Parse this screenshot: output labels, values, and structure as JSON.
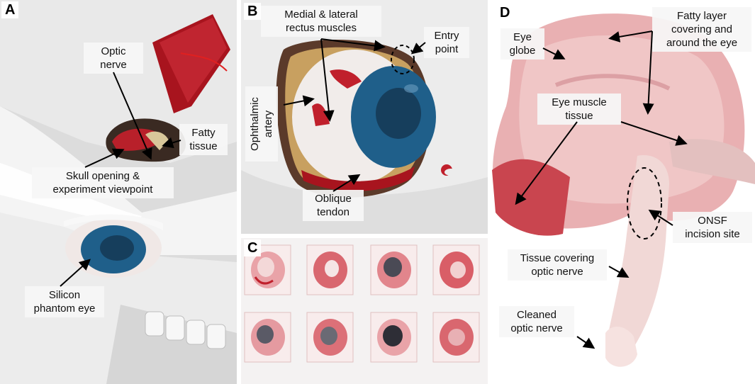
{
  "panels": {
    "A": {
      "letter": "A",
      "labels": {
        "optic_nerve": "Optic\nnerve",
        "fatty_tissue": "Fatty\ntissue",
        "skull_opening": "Skull opening &\nexperiment viewpoint",
        "silicon_eye": "Silicon\nphantom eye"
      }
    },
    "B": {
      "letter": "B",
      "labels": {
        "rectus": "Medial & lateral\nrectus muscles",
        "entry_point": "Entry\npoint",
        "ophthalmic_artery": "Ophthalmic\nartery",
        "oblique_tendon": "Oblique\ntendon"
      }
    },
    "C": {
      "letter": "C"
    },
    "D": {
      "letter": "D",
      "labels": {
        "eye_globe": "Eye\nglobe",
        "fatty_layer": "Fatty layer\ncovering and\naround the eye",
        "eye_muscle": "Eye muscle\ntissue",
        "onsf": "ONSF\nincision site",
        "tissue_covering": "Tissue covering\noptic nerve",
        "cleaned_nerve": "Cleaned\noptic nerve"
      }
    }
  },
  "colors": {
    "muscle_red": "#c0202c",
    "iris_blue": "#1f5f8a",
    "tissue_pink": "#e59a9e",
    "skull_white": "#eaeaea"
  }
}
